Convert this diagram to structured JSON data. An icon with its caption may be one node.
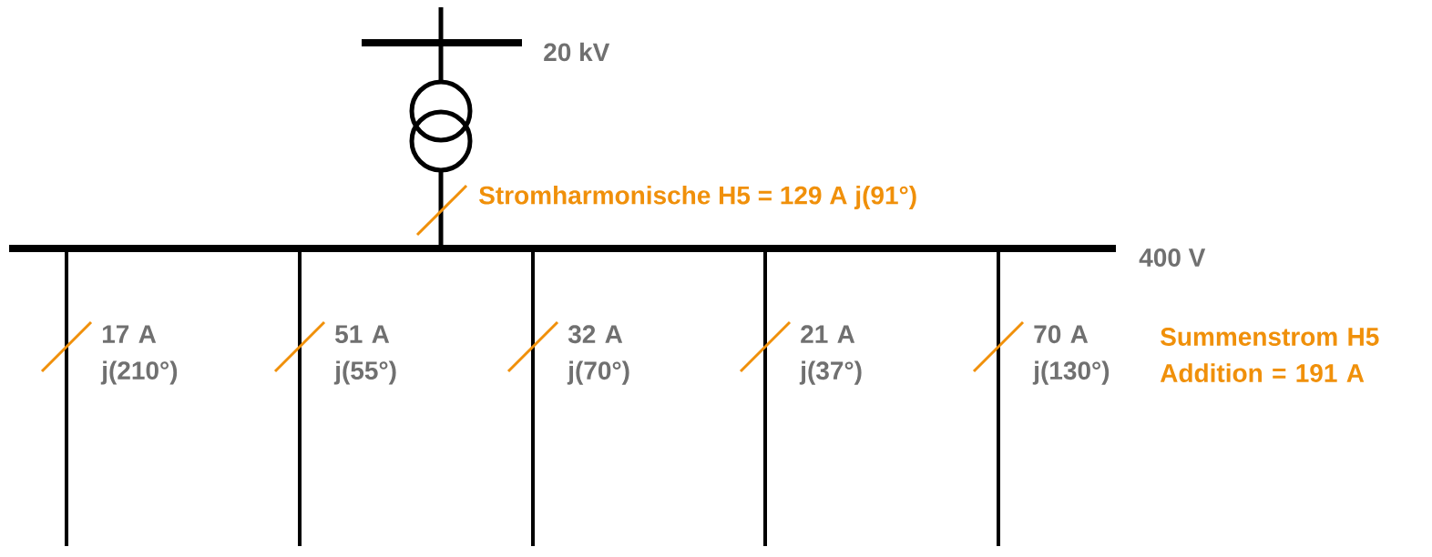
{
  "diagram": {
    "labels": [
      "20 kV",
      "Stromharmonische H5 = 129 A j(91°)",
      "400 V",
      "17 A j(210°)",
      "51 A j(55°)",
      "32 A j(70°)",
      "21 A j(37°)",
      "70 A j(130°)",
      "Summenstrom H5 Addition = 191 A"
    ]
  }
}
